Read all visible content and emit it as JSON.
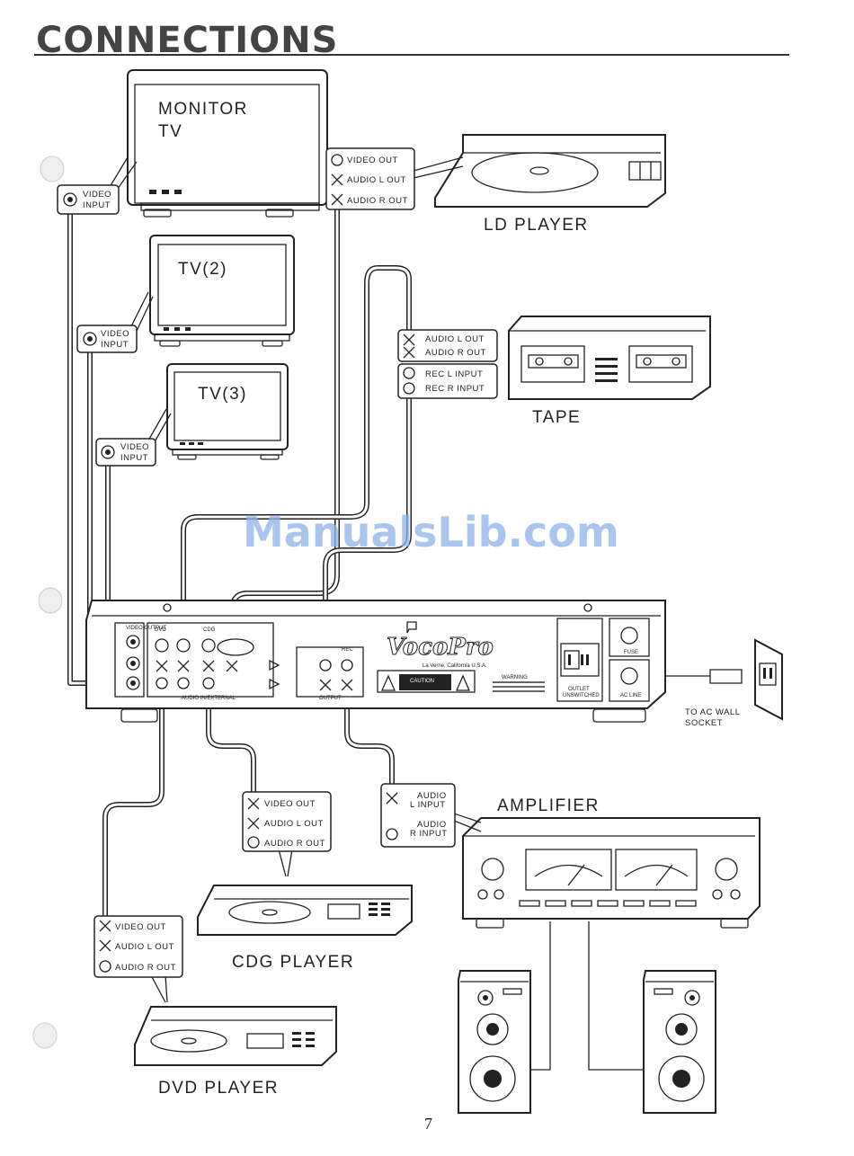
{
  "heading": "CONNECTIONS",
  "page_number": "7",
  "watermark": "ManualsLib.com",
  "devices": {
    "monitor": [
      "MONITOR",
      "TV"
    ],
    "tv2": "TV(2)",
    "tv3": "TV(3)",
    "ld_player": "LD PLAYER",
    "tape": "TAPE",
    "amplifier": "AMPLIFIER",
    "cdg_player": "CDG PLAYER",
    "dvd_player": "DVD PLAYER"
  },
  "callouts": {
    "monitor_input": [
      "VIDEO",
      "INPUT"
    ],
    "tv2_input": [
      "VIDEO",
      "INPUT"
    ],
    "tv3_input": [
      "VIDEO",
      "INPUT"
    ],
    "ld_outputs": [
      "VIDEO OUT",
      "AUDIO L OUT",
      "AUDIO R OUT"
    ],
    "tape_outputs": [
      "AUDIO L OUT",
      "AUDIO R OUT"
    ],
    "tape_inputs": [
      "REC L INPUT",
      "REC R INPUT"
    ],
    "amp_inputs": [
      "AUDIO",
      "L INPUT",
      "AUDIO",
      "R INPUT"
    ],
    "cdg_outputs": [
      "VIDEO OUT",
      "AUDIO L OUT",
      "AUDIO R OUT"
    ],
    "dvd_outputs": [
      "VIDEO OUT",
      "AUDIO L OUT",
      "AUDIO R OUT"
    ]
  },
  "panel": {
    "brand": "VocoPro",
    "address": "La Verne, California U.S.A.",
    "warning": "WARNING",
    "caution": "CAUTION",
    "video_output": "VIDEO OUTPUT",
    "dvd": "DVD",
    "cdg": "CDG",
    "audio_in": "AUDIO IN/EXTERNAL",
    "rec": "REC",
    "output": "OUTPUT",
    "outlet": [
      "OUTLET",
      "UNSWITCHED"
    ],
    "fuse": "FUSE",
    "ac_line": "AC LINE"
  },
  "ac_socket": [
    "TO AC WALL",
    "SOCKET"
  ]
}
